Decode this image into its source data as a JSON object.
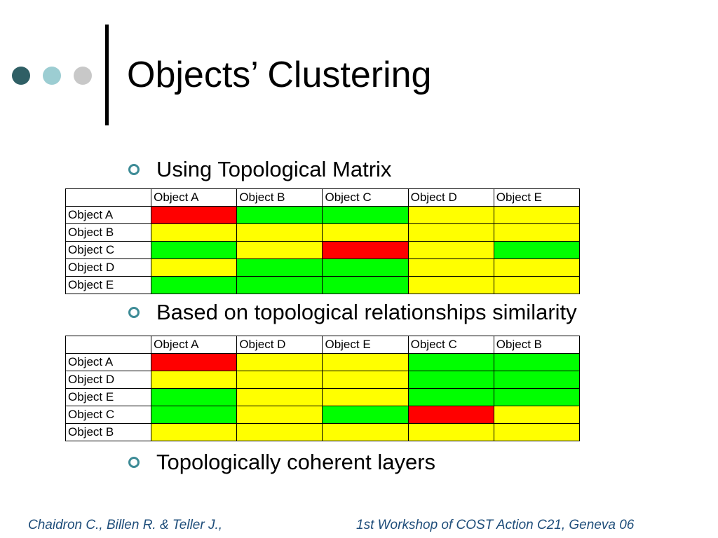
{
  "slide": {
    "title": "Objects’ Clustering",
    "bullets": [
      "Using Topological Matrix",
      "Based on topological relationships similarity",
      "Topologically coherent layers"
    ]
  },
  "colors": {
    "red": "#ff0000",
    "green": "#00ff00",
    "yellow": "#ffff00",
    "bullet_ring": "#3d8b96",
    "footer_text": "#1e4d7a"
  },
  "matrix1": {
    "corner": "",
    "columns": [
      "Object A",
      "Object B",
      "Object C",
      "Object D",
      "Object E"
    ],
    "rows": [
      {
        "label": "Object A",
        "cells": [
          "red",
          "green",
          "green",
          "yellow",
          "yellow"
        ]
      },
      {
        "label": "Object B",
        "cells": [
          "yellow",
          "yellow",
          "yellow",
          "yellow",
          "yellow"
        ]
      },
      {
        "label": "Object C",
        "cells": [
          "green",
          "yellow",
          "red",
          "yellow",
          "green"
        ]
      },
      {
        "label": "Object D",
        "cells": [
          "yellow",
          "green",
          "green",
          "yellow",
          "yellow"
        ]
      },
      {
        "label": "Object E",
        "cells": [
          "green",
          "green",
          "green",
          "yellow",
          "yellow"
        ]
      }
    ]
  },
  "matrix2": {
    "corner": "",
    "columns": [
      "Object A",
      "Object D",
      "Object E",
      "Object C",
      "Object B"
    ],
    "rows": [
      {
        "label": "Object A",
        "cells": [
          "red",
          "yellow",
          "yellow",
          "green",
          "green"
        ]
      },
      {
        "label": "Object D",
        "cells": [
          "yellow",
          "yellow",
          "yellow",
          "green",
          "green"
        ]
      },
      {
        "label": "Object E",
        "cells": [
          "green",
          "yellow",
          "yellow",
          "green",
          "green"
        ]
      },
      {
        "label": "Object C",
        "cells": [
          "green",
          "yellow",
          "green",
          "red",
          "yellow"
        ]
      },
      {
        "label": "Object B",
        "cells": [
          "yellow",
          "yellow",
          "yellow",
          "yellow",
          "yellow"
        ]
      }
    ]
  },
  "footer": {
    "left": "Chaidron C., Billen R. & Teller J.,",
    "right": "1st Workshop of COST Action C21, Geneva 06"
  }
}
